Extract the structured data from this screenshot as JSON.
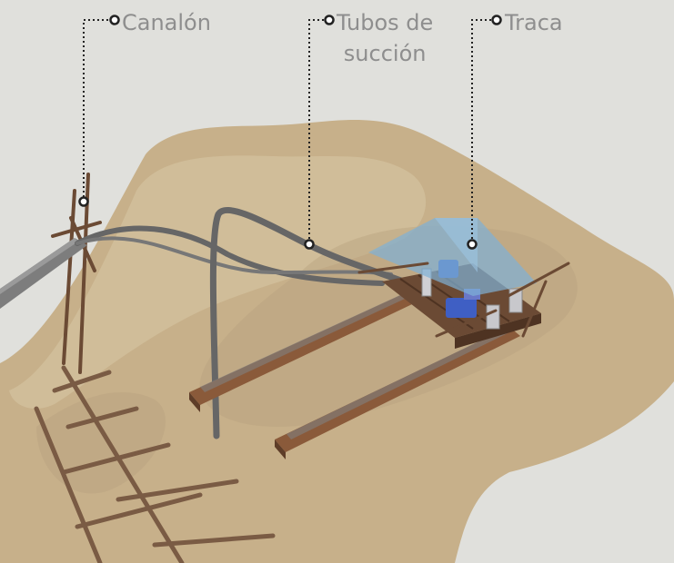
{
  "callouts": {
    "canalon": {
      "label": "Canalón"
    },
    "tubos": {
      "label_line1": "Tubos de",
      "label_line2": "succión"
    },
    "traca": {
      "label": "Traca"
    }
  },
  "colors": {
    "background": "#e0e0dc",
    "sand": "#c7b08a",
    "sand_light": "#d3c19d",
    "wood": "#6b4a34",
    "pipe": "#666666",
    "canopy": "#7fb0d6",
    "motor": "#3f5fc4",
    "label": "#8e8e8e"
  }
}
